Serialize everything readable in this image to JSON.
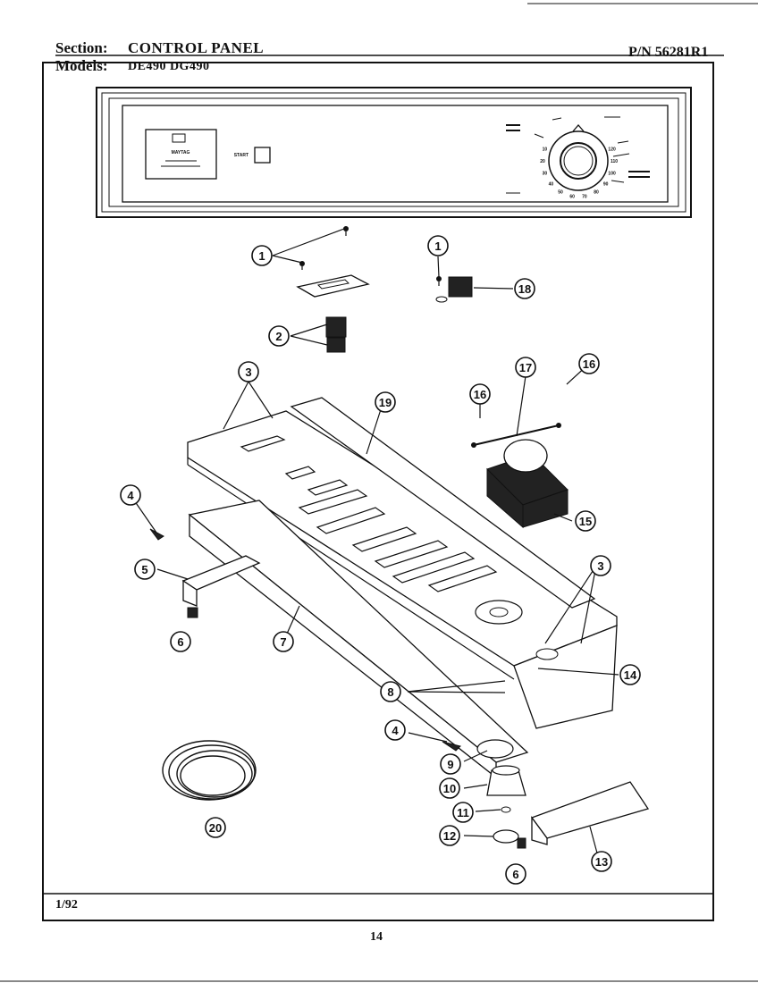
{
  "header": {
    "section_label": "Section:",
    "section_value": "CONTROL PANEL",
    "models_label": "Models:",
    "models_value": "DE490  DG490",
    "part_number": "P/N 56281R1"
  },
  "footer": {
    "date": "1/92",
    "page": "14"
  },
  "panel": {
    "brand": "MAYTAG",
    "start_label": "START"
  },
  "callouts": [
    {
      "id": "callout-1a",
      "label": "1"
    },
    {
      "id": "callout-1b",
      "label": "1"
    },
    {
      "id": "callout-2",
      "label": "2"
    },
    {
      "id": "callout-3a",
      "label": "3"
    },
    {
      "id": "callout-3b",
      "label": "3"
    },
    {
      "id": "callout-4a",
      "label": "4"
    },
    {
      "id": "callout-4b",
      "label": "4"
    },
    {
      "id": "callout-5",
      "label": "5"
    },
    {
      "id": "callout-6a",
      "label": "6"
    },
    {
      "id": "callout-6b",
      "label": "6"
    },
    {
      "id": "callout-7",
      "label": "7"
    },
    {
      "id": "callout-8",
      "label": "8"
    },
    {
      "id": "callout-9",
      "label": "9"
    },
    {
      "id": "callout-10",
      "label": "10"
    },
    {
      "id": "callout-11",
      "label": "11"
    },
    {
      "id": "callout-12",
      "label": "12"
    },
    {
      "id": "callout-13",
      "label": "13"
    },
    {
      "id": "callout-14",
      "label": "14"
    },
    {
      "id": "callout-15",
      "label": "15"
    },
    {
      "id": "callout-16a",
      "label": "16"
    },
    {
      "id": "callout-16b",
      "label": "16"
    },
    {
      "id": "callout-17",
      "label": "17"
    },
    {
      "id": "callout-18",
      "label": "18"
    },
    {
      "id": "callout-19",
      "label": "19"
    },
    {
      "id": "callout-20",
      "label": "20"
    }
  ],
  "dial_numbers": [
    "10",
    "20",
    "30",
    "40",
    "50",
    "60",
    "70",
    "80",
    "90",
    "100",
    "110",
    "120"
  ]
}
